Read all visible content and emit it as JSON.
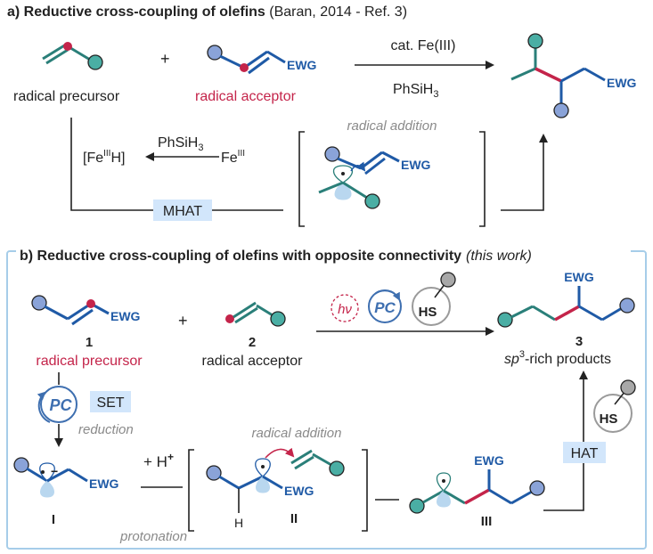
{
  "colors": {
    "teal": "#4aaea4",
    "teal_dark": "#2a7f79",
    "blue": "#8aa3d8",
    "blue_dark": "#1f5aa6",
    "crimson": "#c4244a",
    "gray": "#a8a8a8",
    "label_bg": "#d2e6fb",
    "frame": "#a6cde9",
    "text": "#222222"
  },
  "panel_a": {
    "heading": "a) Reductive cross-coupling of olefins",
    "citation": " (Baran, 2014 - Ref. 3)",
    "plus": "+",
    "ewg": "EWG",
    "precursor_label": "radical precursor",
    "acceptor_label": "radical acceptor",
    "catalyst": "cat. Fe(III)",
    "silane_main": "PhSiH",
    "silane_sub": "3",
    "mhat": "MHAT",
    "fe_hydride_open": "[Fe",
    "fe_hydride_sup": "III",
    "fe_hydride_close": "H]",
    "fe_main": "Fe",
    "fe_sup": "III",
    "addition_label": "radical addition"
  },
  "panel_b": {
    "heading": "b) Reductive cross-coupling of olefins with opposite connectivity",
    "tag": "(this work)",
    "hv": "hν",
    "pc": "PC",
    "hs": "HS",
    "plus": "+",
    "ewg": "EWG",
    "cmpd1": "1",
    "cmpd2": "2",
    "cmpd3": "3",
    "precursor_label": "radical precursor",
    "acceptor_label": "radical acceptor",
    "products_sp": "sp",
    "products_sup": "3",
    "products_rest": "-rich products",
    "set": "SET",
    "reduction": "reduction",
    "h_plus": "+ H",
    "plus_sup": "+",
    "protonation": "protonation",
    "addition_label": "radical addition",
    "hat": "HAT",
    "h_atom": "H",
    "roman_1": "I",
    "roman_2": "II",
    "roman_3": "III",
    "radical_anion_charge": "−"
  }
}
